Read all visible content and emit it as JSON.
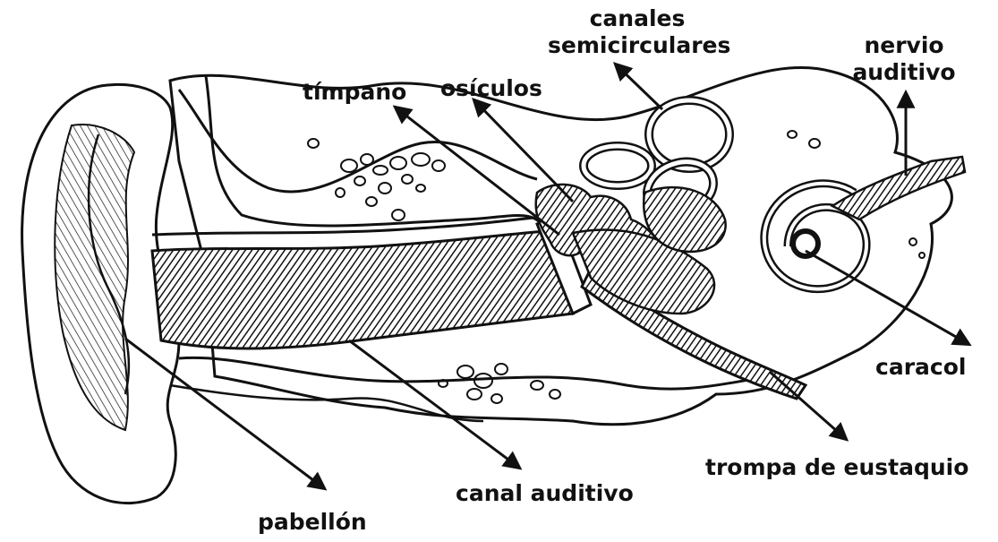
{
  "diagram": {
    "labels": {
      "canales_line1": "canales",
      "canales_line2": "semicirculares",
      "nervio_line1": "nervio",
      "nervio_line2": "auditivo",
      "timpano": "tímpano",
      "osiculos": "osículos",
      "caracol": "caracol",
      "trompa": "trompa de eustaquio",
      "canal_auditivo": "canal auditivo",
      "pabellon": "pabellón"
    },
    "colors": {
      "ink": "#111111",
      "paper": "#ffffff",
      "shade": "#2a2a2a"
    }
  }
}
